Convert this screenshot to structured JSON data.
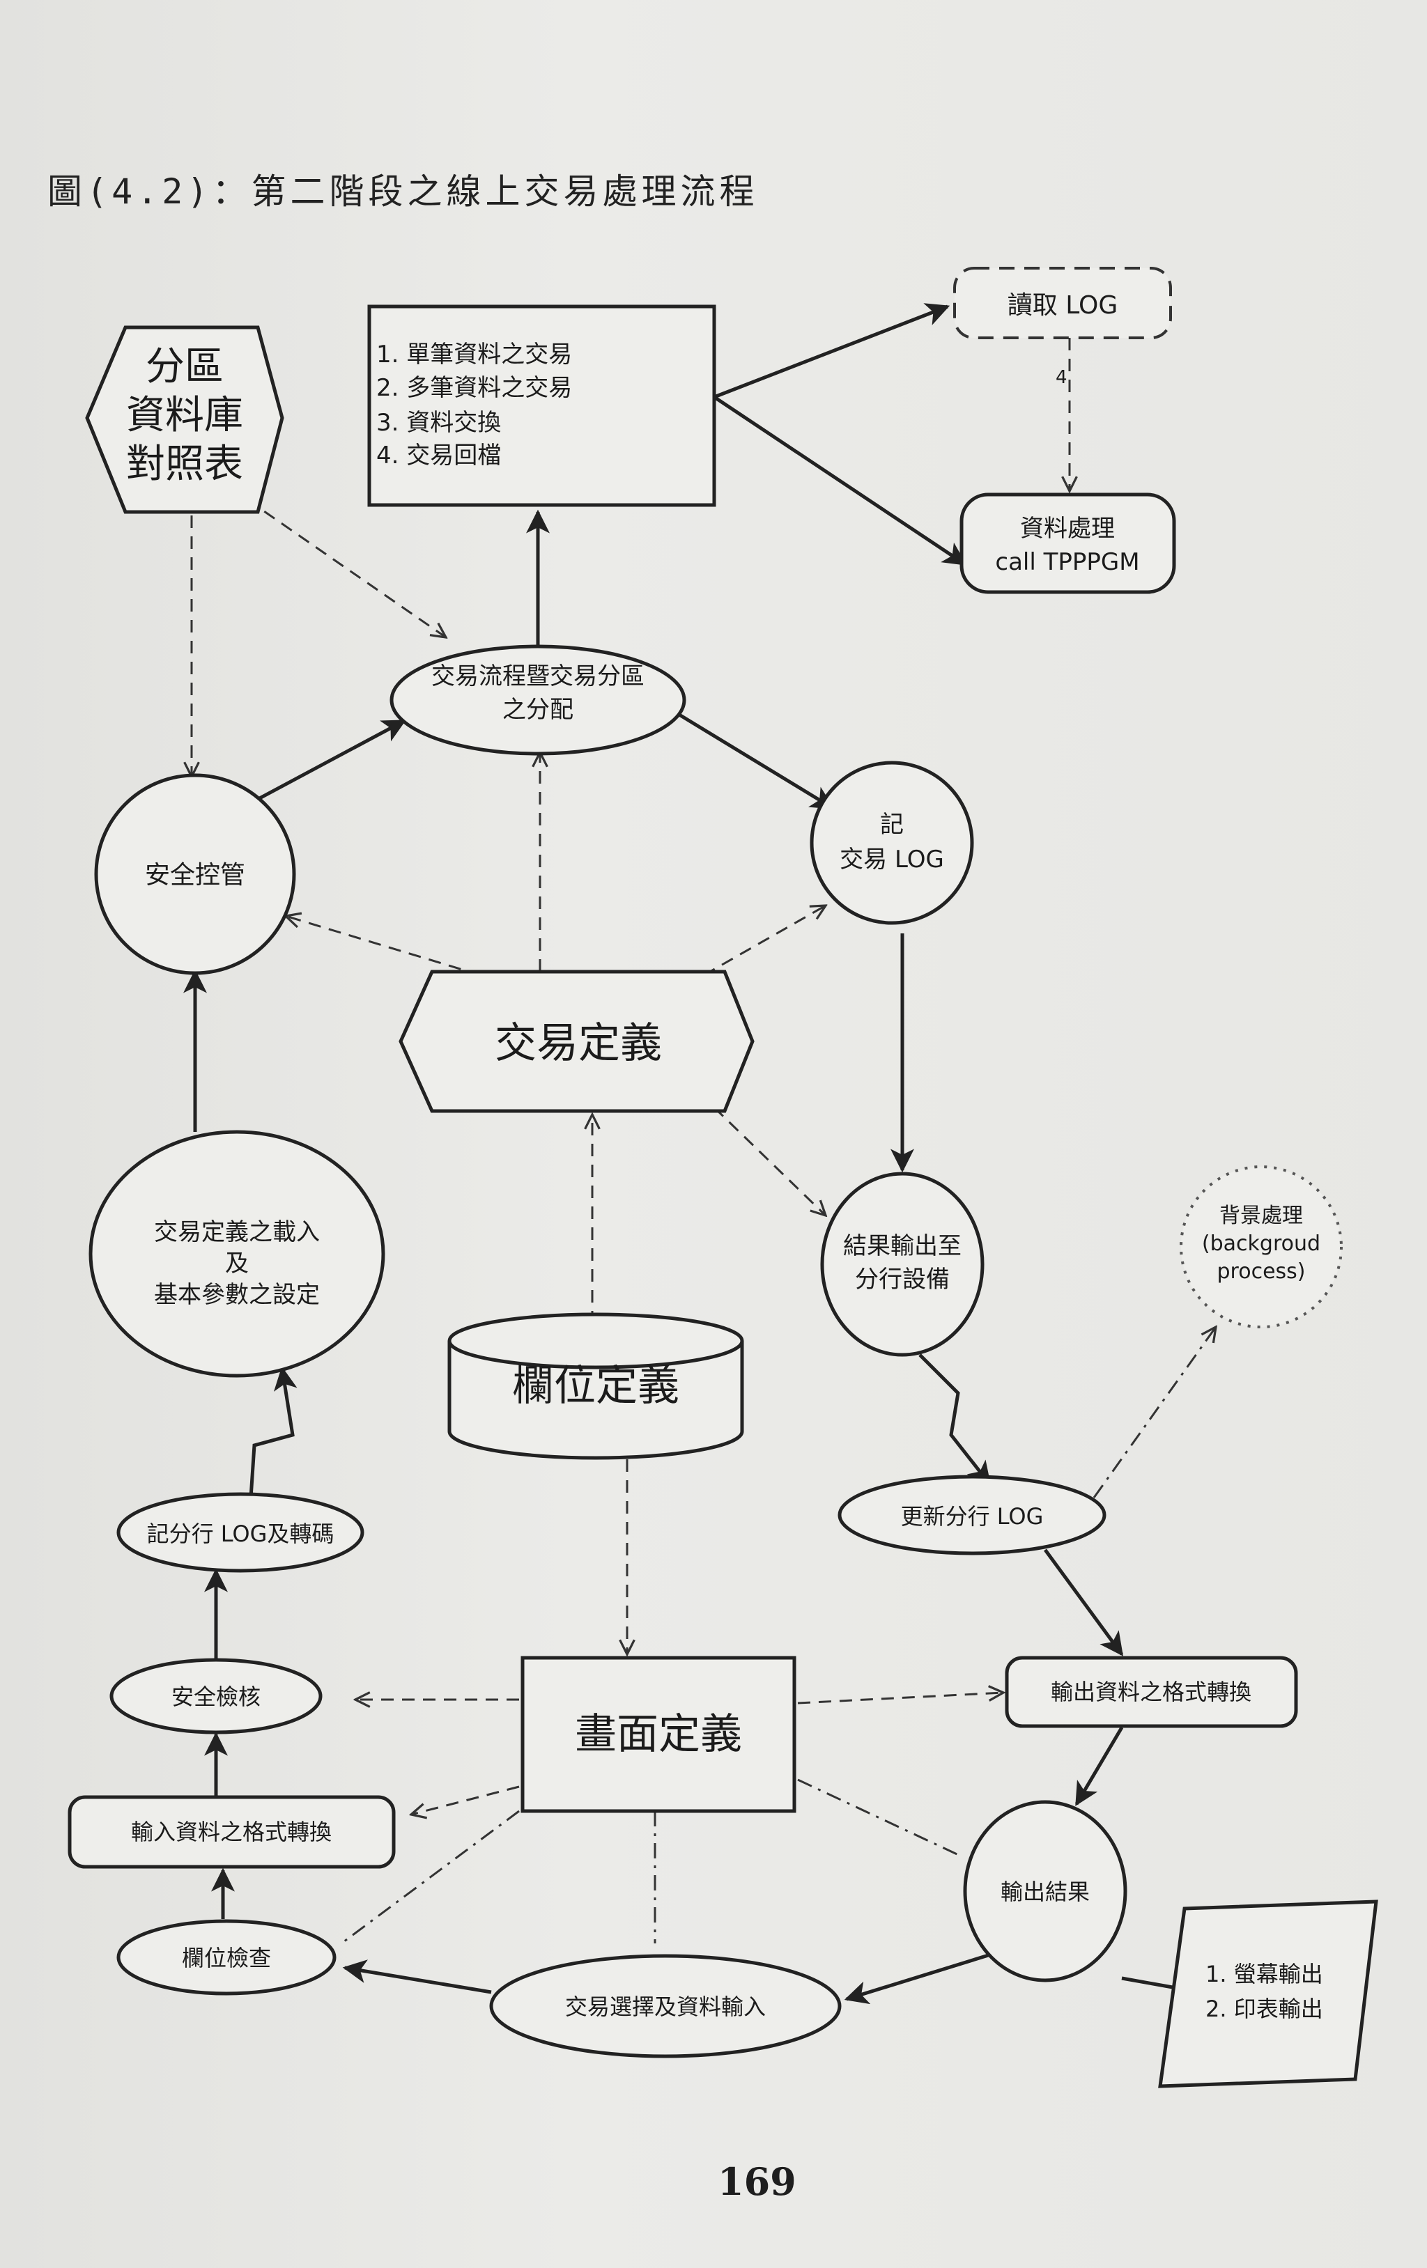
{
  "title": "圖(4.2)：第二階段之線上交易處理流程",
  "page_number": "169",
  "nodes": {
    "partition_table": [
      "分區",
      "資料庫",
      "對照表"
    ],
    "transaction_list": [
      "1.  單筆資料之交易",
      "2.  多筆資料之交易",
      "3.  資料交換",
      "4.  交易回檔"
    ],
    "read_log": "讀取 LOG",
    "data_processing": [
      "資料處理",
      "call TPPPGM"
    ],
    "flow_allocation": [
      "交易流程暨交易分區",
      "之分配"
    ],
    "security_control": "安全控管",
    "record_log": [
      "記",
      "交易 LOG"
    ],
    "transaction_definition": "交易定義",
    "load_definition": [
      "交易定義之載入",
      "及",
      "基本參數之設定"
    ],
    "output_to_branch": [
      "結果輸出至",
      "分行設備"
    ],
    "background_process": [
      "背景處理",
      "(backgroud",
      "process)"
    ],
    "field_definition": "欄位定義",
    "branch_log_conversion": "記分行 LOG及轉碼",
    "update_branch_log": "更新分行 LOG",
    "security_check": "安全檢核",
    "screen_definition": "畫面定義",
    "output_format_conversion": "輸出資料之格式轉換",
    "input_format_conversion": "輸入資料之格式轉換",
    "output_result": "輸出結果",
    "field_check": "欄位檢查",
    "data_input": "交易選擇及資料輸入",
    "output_items": [
      "1. 螢幕輸出",
      "2. 印表輸出"
    ]
  },
  "edge_labels": {
    "read_to_process": "4"
  }
}
